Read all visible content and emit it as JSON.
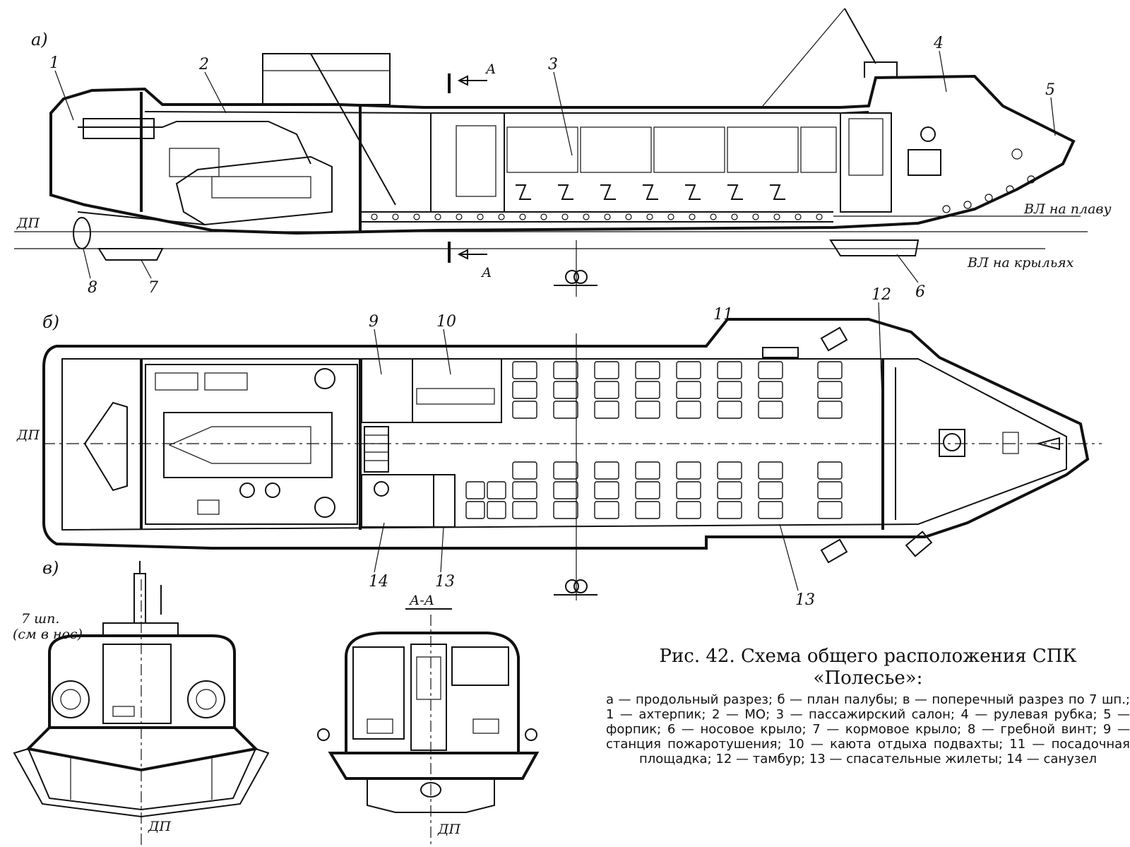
{
  "caption": {
    "title": "Рис. 42. Схема общего расположения СПК «Полесье»:",
    "body": "а — продольный разрез; б — план палубы; в — поперечный разрез по 7 шп.; 1 — ахтерпик; 2 — МО; 3 — пассажирский салон; 4 — рулевая рубка; 5 — форпик; 6 — носовое крыло; 7 — кормовое крыло; 8 — гребной винт; 9 — станция пожаротушения; 10 — каюта отдыха подвахты; 11 — посадочная площадка; 12 — тамбур; 13 — спасательные жилеты; 14 — санузел"
  },
  "views": {
    "a": "а)",
    "b": "б)",
    "c": "в)"
  },
  "labels": {
    "section_a": "А",
    "section_aa": "А-А",
    "frame": "7 шп.",
    "frame_note": "(см в нос)",
    "dp": "ДП",
    "wl_float": "ВЛ на плаву",
    "wl_foils": "ВЛ на крыльях"
  },
  "callouts": {
    "c1": "1",
    "c2": "2",
    "c3": "3",
    "c4": "4",
    "c5": "5",
    "c6": "6",
    "c7": "7",
    "c8": "8",
    "c9": "9",
    "c10": "10",
    "c11": "11",
    "c12": "12",
    "c13": "13",
    "c14": "14"
  }
}
